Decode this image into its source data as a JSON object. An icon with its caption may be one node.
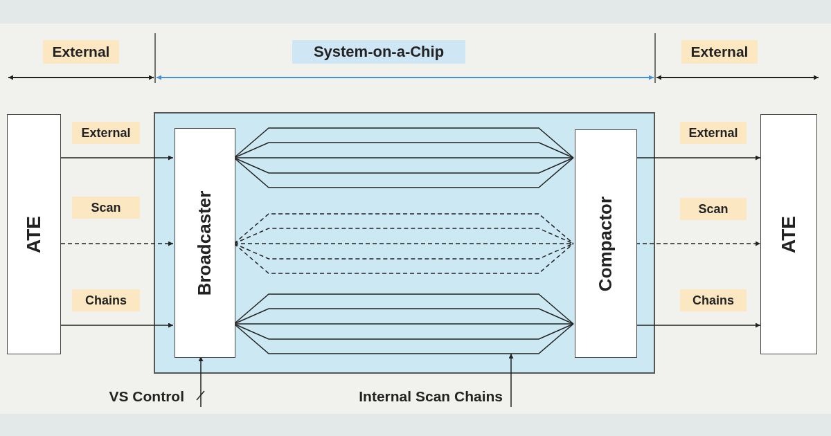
{
  "diagram": {
    "nodes": [
      {
        "text": [
          "ATE"
        ]
      },
      {
        "text": [],
        "shape": "box"
      },
      {
        "text": [
          "Broadcaster"
        ],
        "in": 1
      },
      {
        "text": [
          "Compactor"
        ],
        "in": 1
      },
      {
        "text": [
          "ATE"
        ]
      },
      {
        "text": [
          "VS Control"
        ]
      },
      {
        "text": [
          "Internal Scan Chains"
        ]
      }
    ],
    "edges": [
      {
        "from": 0,
        "to": 2,
        "arrow": "to"
      },
      {
        "from": 0,
        "to": 2,
        "arrow": "to",
        "style": "dashed"
      },
      {
        "from": 0,
        "to": 2,
        "arrow": "to"
      },
      {
        "from": 2,
        "to": 3,
        "arrow": "none"
      },
      {
        "from": 2,
        "to": 3,
        "arrow": "none"
      },
      {
        "from": 2,
        "to": 3,
        "arrow": "none"
      },
      {
        "from": 2,
        "to": 3,
        "arrow": "none"
      },
      {
        "from": 2,
        "to": 3,
        "arrow": "none"
      },
      {
        "from": 2,
        "to": 3,
        "arrow": "none",
        "style": "dashed"
      },
      {
        "from": 2,
        "to": 3,
        "arrow": "none",
        "style": "dashed"
      },
      {
        "from": 2,
        "to": 3,
        "arrow": "none",
        "style": "dashed"
      },
      {
        "from": 2,
        "to": 3,
        "arrow": "none",
        "style": "dashed"
      },
      {
        "from": 2,
        "to": 3,
        "arrow": "none",
        "style": "dashed"
      },
      {
        "from": 2,
        "to": 3,
        "arrow": "none"
      },
      {
        "from": 2,
        "to": 3,
        "arrow": "none"
      },
      {
        "from": 2,
        "to": 3,
        "arrow": "none"
      },
      {
        "from": 2,
        "to": 3,
        "arrow": "none"
      },
      {
        "from": 2,
        "to": 3,
        "arrow": "none"
      },
      {
        "from": 3,
        "to": 4,
        "arrow": "to"
      },
      {
        "from": 3,
        "to": 4,
        "arrow": "to",
        "style": "dashed"
      },
      {
        "from": 3,
        "to": 4,
        "arrow": "to"
      },
      {
        "from": 5,
        "to": 2,
        "arrow": "to"
      },
      {
        "from": 6,
        "to": 1,
        "arrow": "to"
      }
    ],
    "labels": [
      "External",
      "System-on-a-Chip",
      "External",
      "External",
      "External",
      "Scan",
      "Scan",
      "Chains",
      "Chains"
    ]
  }
}
